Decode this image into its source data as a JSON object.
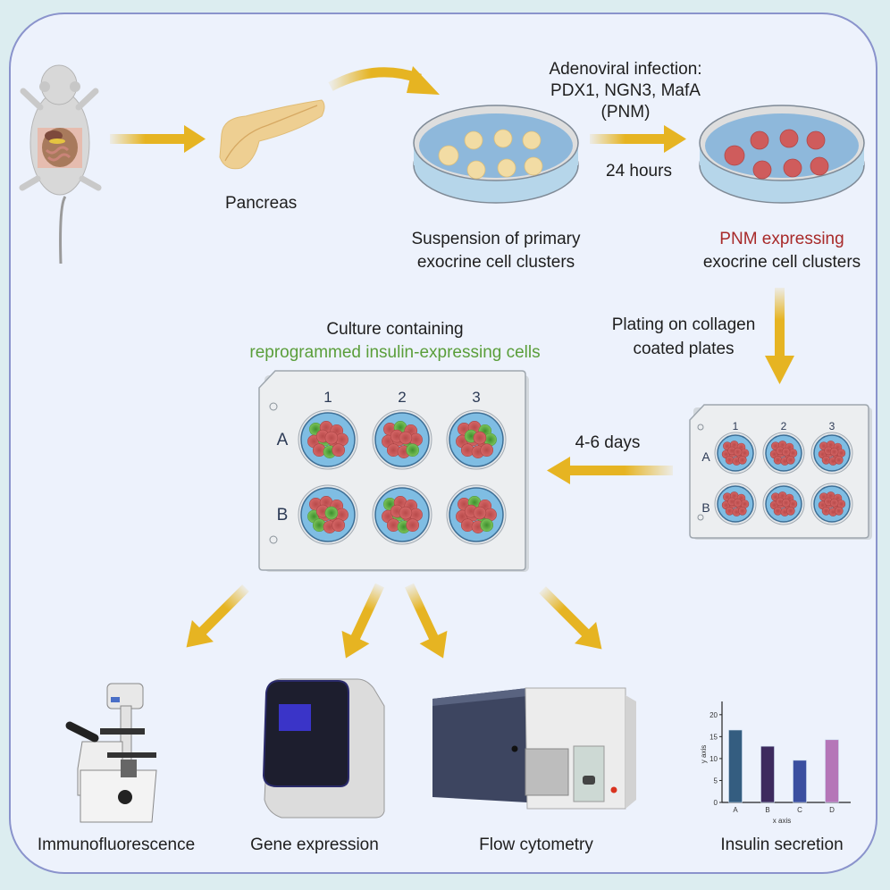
{
  "labels": {
    "pancreas": "Pancreas",
    "infection_line1": "Adenoviral infection:",
    "infection_line2": "PDX1, NGN3, MafA",
    "infection_line3": "(PNM)",
    "time_24h": "24 hours",
    "suspension_line1": "Suspension of primary",
    "suspension_line2": "exocrine cell clusters",
    "pnm_line1": "PNM expressing",
    "pnm_line2": "exocrine cell clusters",
    "plating_line1": "Plating on collagen",
    "plating_line2": "coated plates",
    "days": "4-6 days",
    "culture_line1": "Culture containing",
    "culture_line2": "reprogrammed insulin-expressing cells",
    "immuno": "Immunofluorescence",
    "gene": "Gene expression",
    "flow": "Flow cytometry",
    "insulin": "Insulin secretion"
  },
  "plate": {
    "columns": [
      "1",
      "2",
      "3"
    ],
    "rows": [
      "A",
      "B"
    ]
  },
  "colors": {
    "arrow": "#e6b422",
    "pnm_text": "#a82a2a",
    "culture_text": "#5a9e3a",
    "frame": "#8a93cc"
  },
  "chart_data": {
    "type": "bar",
    "title": "",
    "xlabel": "x axis",
    "ylabel": "y axis",
    "categories": [
      "A",
      "B",
      "C",
      "D"
    ],
    "values": [
      16.5,
      12.8,
      9.6,
      14.3
    ],
    "colors": [
      "#345d80",
      "#3d2a5e",
      "#3b4fa0",
      "#b576b8"
    ],
    "ylim": [
      0,
      22
    ],
    "yticks": [
      0,
      5,
      10,
      15,
      20
    ],
    "grid": false
  }
}
